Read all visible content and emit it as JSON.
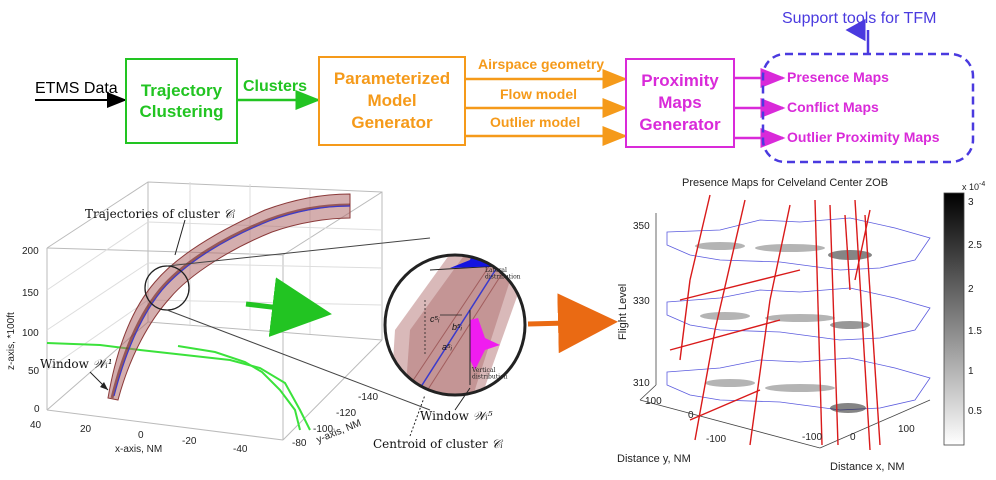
{
  "flowchart": {
    "input_label": "ETMS Data",
    "trajectory_box": "Trajectory\nClustering",
    "clusters_label": "Clusters",
    "model_box": "Parameterized\nModel\nGenerator",
    "model_outputs": [
      "Airspace geometry",
      "Flow model",
      "Outlier model"
    ],
    "proximity_box": "Proximity\nMaps\nGenerator",
    "support_tools": "Support tools for TFM",
    "map_outputs": [
      "Presence Maps",
      "Conflict Maps",
      "Outlier Proximity Maps"
    ],
    "colors": {
      "green": "#22c422",
      "orange": "#f59a1a",
      "magenta": "#d92ad9",
      "blue": "#4a3adf"
    }
  },
  "plot3d": {
    "annotation_top": "Trajectories of cluster",
    "annotation_top_math": "𝒞ᵢ",
    "window_label": "Window",
    "window_math": "𝒲ᵢ¹",
    "z_axis_label": "z-axis, *100ft",
    "x_axis_label": "x-axis, NM",
    "y_axis_label": "y-axis, NM",
    "z_ticks": [
      "200",
      "150",
      "100",
      "50",
      "0"
    ],
    "x_ticks": [
      "40",
      "20",
      "0",
      "-20",
      "-40"
    ],
    "y_ticks": [
      "-140",
      "-120",
      "-100",
      "-80"
    ]
  },
  "zoom": {
    "lateral": "Lateral\ndistribution",
    "vertical": "Vertical\ndistribution",
    "window_label": "Window",
    "window_math": "𝒲ᵢ⁵",
    "centroid_label": "Centroid of cluster",
    "centroid_math": "𝒞ᵢ",
    "symbols": [
      "c⁵ᵢ",
      "b⁵ᵢ",
      "a⁵ᵢ"
    ]
  },
  "presence_map": {
    "title": "Presence Maps for Celveland Center ZOB",
    "ylabel": "Flight Level",
    "levels": [
      "350",
      "330",
      "310"
    ],
    "dist_y_label": "Distance y, NM",
    "dist_x_label": "Distance x, NM",
    "y_ticks": [
      "100",
      "0",
      "-100"
    ],
    "x_ticks": [
      "-100",
      "0",
      "100"
    ],
    "colorbar_exp": "x 10",
    "colorbar_exp_power": "-4",
    "colorbar_ticks": [
      "3",
      "2.5",
      "2",
      "1.5",
      "1",
      "0.5"
    ]
  }
}
